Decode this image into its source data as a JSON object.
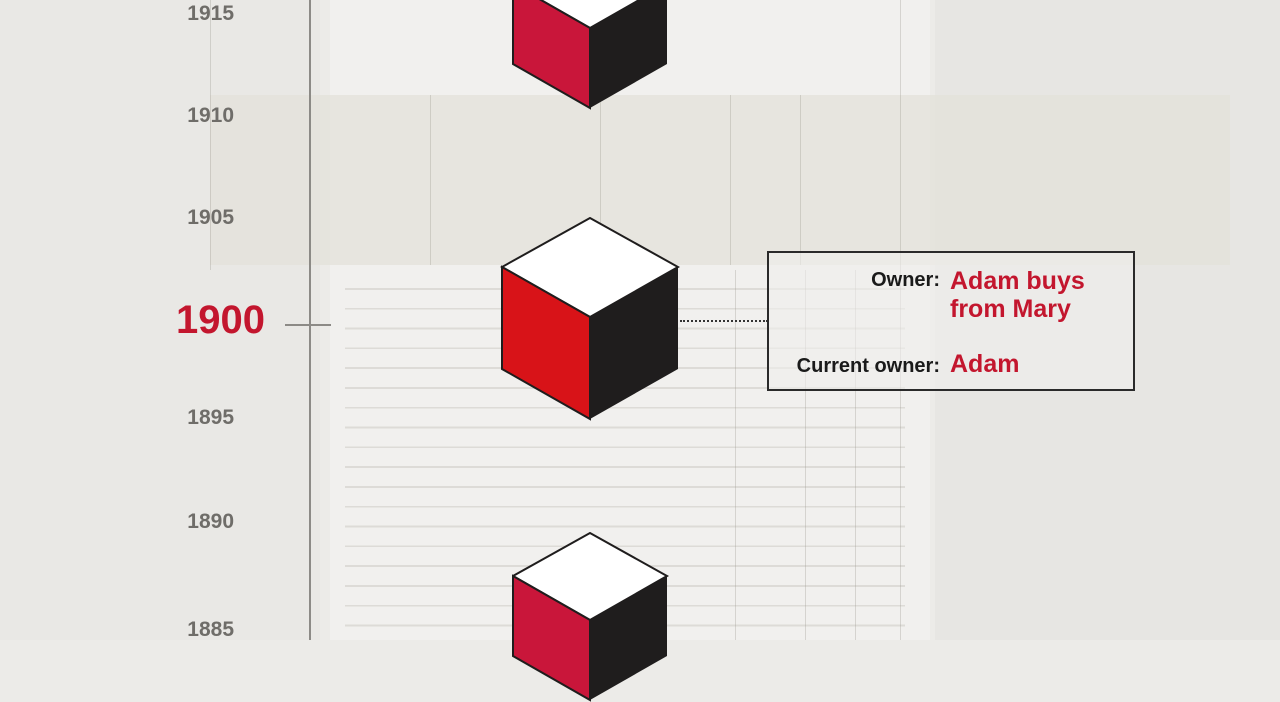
{
  "timeline": {
    "years": [
      "1915",
      "1910",
      "1905",
      "1900",
      "1895",
      "1890",
      "1885"
    ],
    "highlighted_year": "1900"
  },
  "infobox": {
    "owner_label": "Owner:",
    "owner_value": "Adam buys\nfrom Mary",
    "current_owner_label": "Current owner:",
    "current_owner_value": "Adam"
  },
  "colors": {
    "accent": "#c3162e",
    "cube_left_red": "#d81318",
    "cube_left_red_muted": "#c9163a",
    "cube_right": "#1f1d1d",
    "cube_top": "#ffffff",
    "axis": "#8c8a86"
  }
}
